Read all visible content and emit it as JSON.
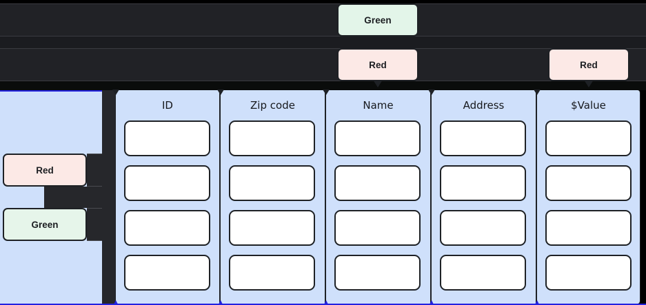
{
  "top_annotations": {
    "badges": [
      {
        "label": "Green",
        "color_name": "green",
        "color": "#e3f5e9",
        "pointer": false
      },
      {
        "label": "Red",
        "color_name": "red",
        "color": "#fce9e6",
        "pointer": true
      },
      {
        "label": "Red",
        "color_name": "red",
        "color": "#fce9e6",
        "pointer": true
      }
    ]
  },
  "side_panel": {
    "badges": [
      {
        "label": "Red",
        "color_name": "red",
        "color": "#fce9e6"
      },
      {
        "label": "Green",
        "color_name": "green",
        "color": "#e6f5ea"
      }
    ]
  },
  "table": {
    "columns": [
      {
        "header": "ID"
      },
      {
        "header": "Zip code"
      },
      {
        "header": "Name"
      },
      {
        "header": "Address"
      },
      {
        "header": "$Value"
      }
    ],
    "row_count": 4,
    "cells": [
      [
        "",
        "",
        "",
        "",
        ""
      ],
      [
        "",
        "",
        "",
        "",
        ""
      ],
      [
        "",
        "",
        "",
        "",
        ""
      ],
      [
        "",
        "",
        "",
        "",
        ""
      ]
    ]
  },
  "colors": {
    "panel_blue": "#cfe0fb",
    "accent_blue": "#2323e0",
    "dark_band": "#212226",
    "outline": "#1e2125",
    "badge_green": "#e3f5e9",
    "badge_red": "#fce9e6"
  }
}
